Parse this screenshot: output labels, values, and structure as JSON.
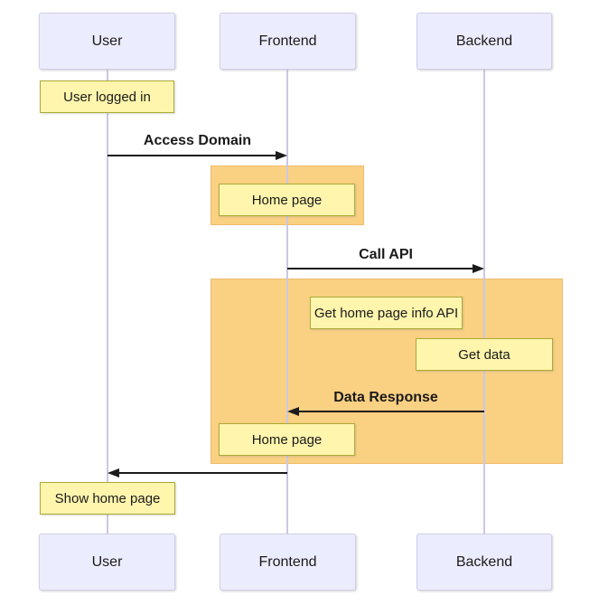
{
  "diagram": {
    "type": "sequence-diagram",
    "actors": [
      {
        "label": "User"
      },
      {
        "label": "Frontend"
      },
      {
        "label": "Backend"
      }
    ],
    "notes": [
      {
        "label": "User logged in",
        "over": "User"
      },
      {
        "label": "Home page",
        "over": "Frontend"
      },
      {
        "label": "Get home page info API",
        "over": "Frontend-Backend"
      },
      {
        "label": "Get data",
        "over": "Backend"
      },
      {
        "label": "Home page",
        "over": "Frontend"
      },
      {
        "label": "Show home page",
        "over": "User"
      }
    ],
    "messages": [
      {
        "label": "Access Domain",
        "from": "User",
        "to": "Frontend",
        "direction": "right"
      },
      {
        "label": "Call API",
        "from": "Frontend",
        "to": "Backend",
        "direction": "right"
      },
      {
        "label": "Data Response",
        "from": "Backend",
        "to": "Frontend",
        "direction": "left"
      },
      {
        "label": "",
        "from": "Frontend",
        "to": "User",
        "direction": "left"
      }
    ],
    "colors": {
      "actor_fill": "#ECECFF",
      "actor_border": "#CFCFE8",
      "note_fill": "#FFF5AD",
      "note_border": "#AAAA33",
      "highlight_fill": "#FAD083",
      "highlight_border": "#EEBB6C",
      "lifeline": "#C9C9E4",
      "arrow": "#1B1B1B"
    }
  }
}
